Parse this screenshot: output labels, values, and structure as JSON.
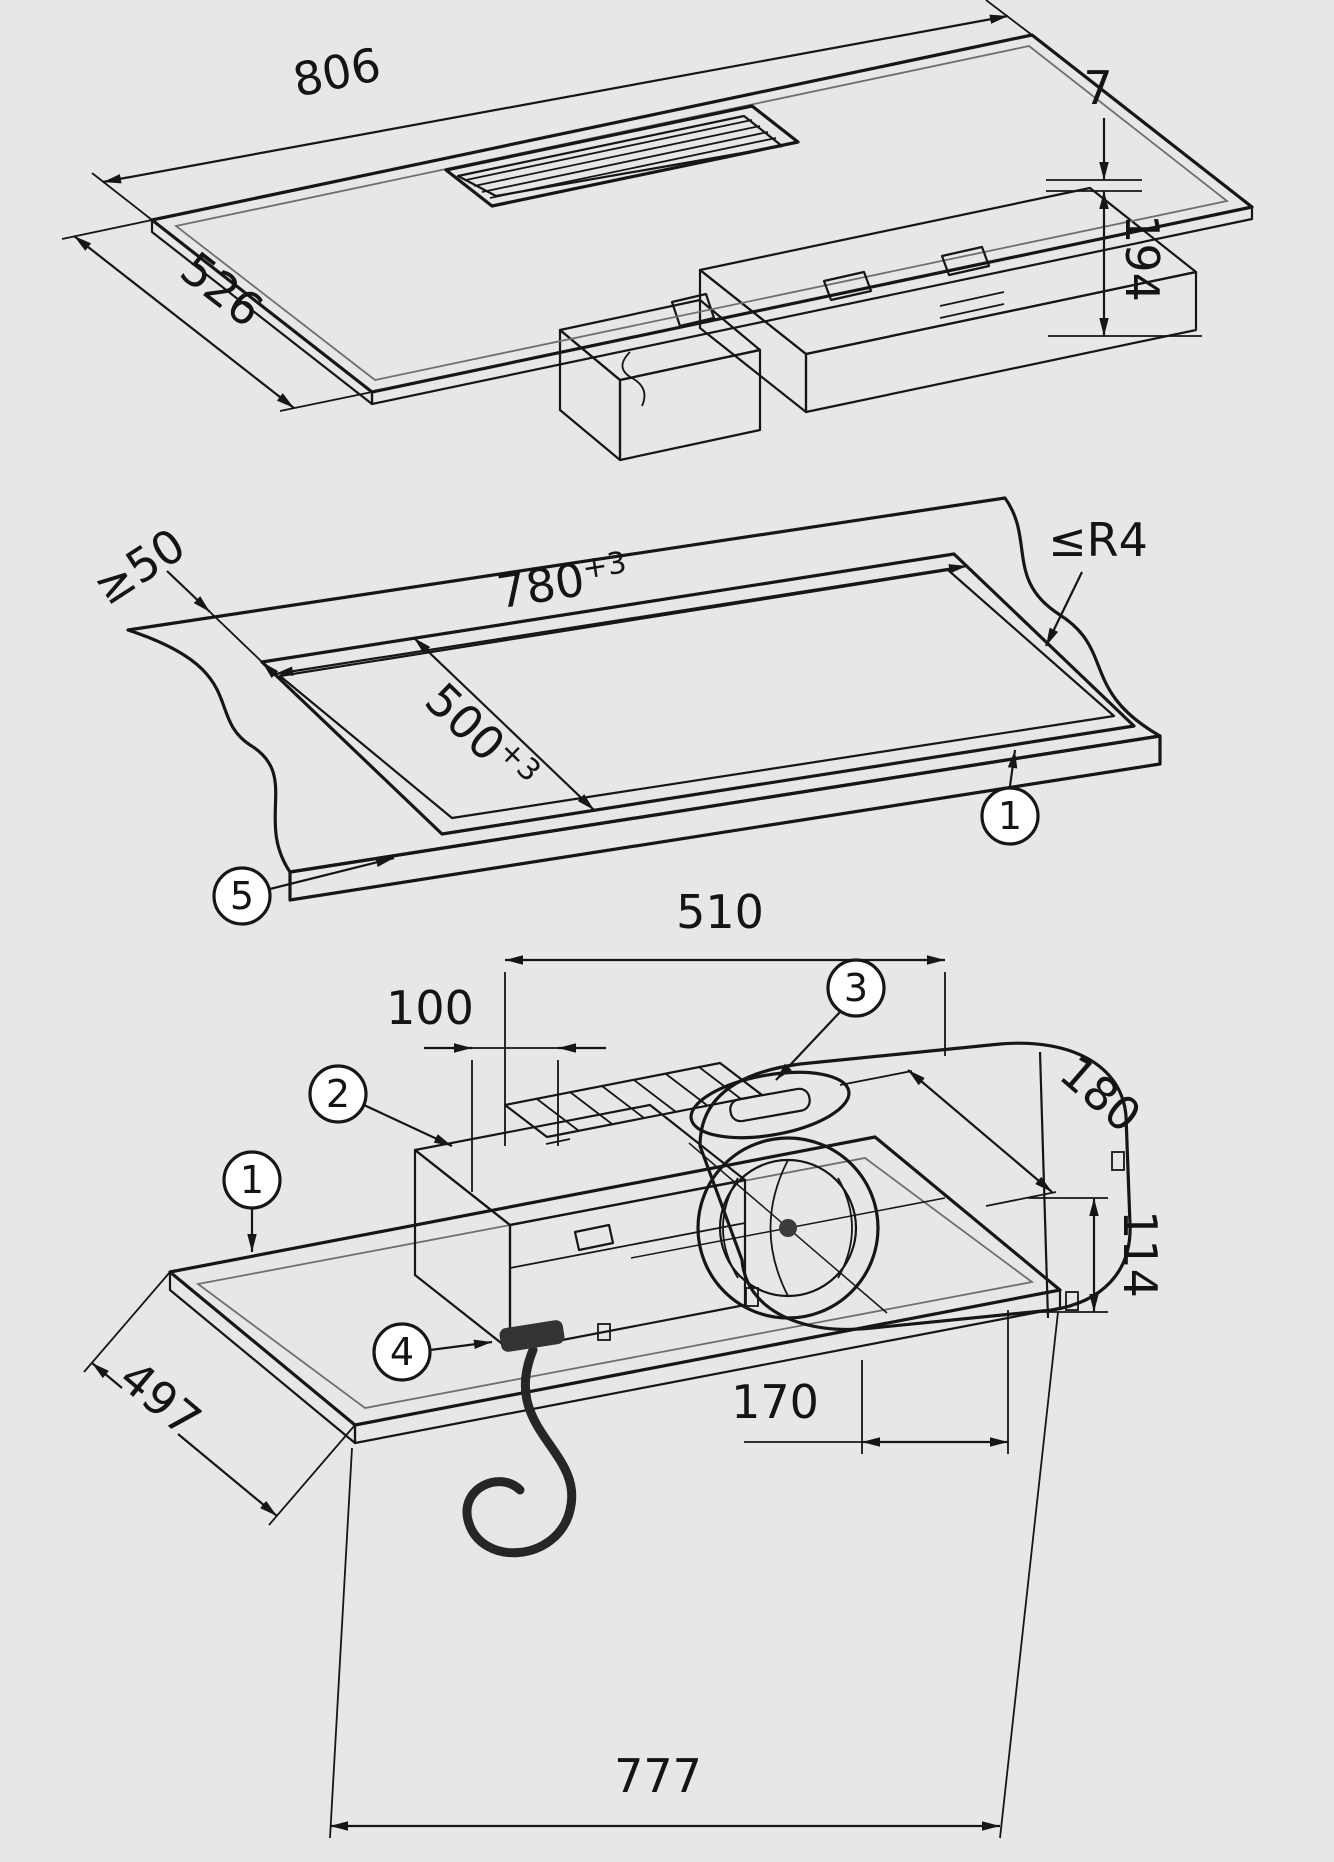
{
  "colors": {
    "background": "#e7e7e7",
    "line": "#161616",
    "glass": "#b4b4b4",
    "worktop": "#fbfbfb",
    "housing": "#dedede"
  },
  "top_view": {
    "dim_width": "806",
    "dim_depth": "526",
    "dim_glass_thickness": "7",
    "dim_height_below": "194"
  },
  "cutout_view": {
    "dim_rear_clearance": "≥50",
    "dim_cutout_width": "780",
    "tol_width": "+3",
    "dim_cutout_depth": "500",
    "tol_depth": "+3",
    "dim_corner_radius": "≤R4",
    "callout_worktop": "1",
    "callout_seal": "5"
  },
  "bottom_view": {
    "dim_duct_offset": "510",
    "dim_grille_offset": "100",
    "dim_outlet_depth": "180",
    "dim_outlet_height": "114",
    "dim_base_depth": "497",
    "dim_cable_offset": "170",
    "dim_base_width": "777",
    "callout_base": "1",
    "callout_filter_box": "2",
    "callout_air_outlet": "3",
    "callout_mains_cable": "4"
  }
}
